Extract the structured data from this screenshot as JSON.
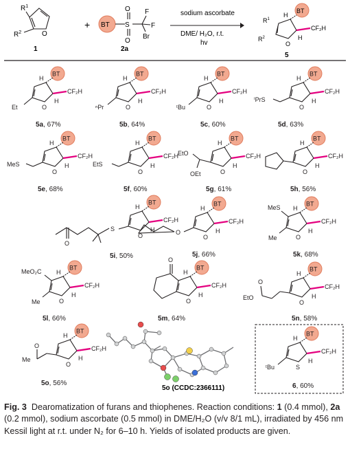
{
  "scheme": {
    "reagent_above_arrow": "sodium ascorbate",
    "conditions_line1": "DME/ H₂O, r.t.",
    "conditions_line2": "hv",
    "plus": "+",
    "bt": "BT",
    "reactant1_label": "1",
    "reactant2_label": "2a",
    "product_label": "5",
    "R1": "R",
    "R1_sup": "1",
    "R2": "R",
    "R2_sup": "2",
    "F": "F",
    "Br": "Br",
    "S": "S",
    "O": "O",
    "H": "H",
    "CF2H": "CF₂H"
  },
  "products": [
    {
      "id": "5a",
      "yield": "67%",
      "substituent": "Et"
    },
    {
      "id": "5b",
      "yield": "64%",
      "substituent": "ⁿPr"
    },
    {
      "id": "5c",
      "yield": "60%",
      "substituent": "ᵗBu"
    },
    {
      "id": "5d",
      "yield": "63%",
      "substituent": "ⁱPrS"
    },
    {
      "id": "5e",
      "yield": "68%",
      "substituent": "MeS"
    },
    {
      "id": "5f",
      "yield": "60%",
      "substituent": "EtS"
    },
    {
      "id": "5g",
      "yield": "61%",
      "substituent": "EtO",
      "substituent2": "OEt"
    },
    {
      "id": "5h",
      "yield": "56%"
    },
    {
      "id": "5i",
      "yield": "50%",
      "substituent": "O",
      "linker": "S"
    },
    {
      "id": "5j",
      "yield": "66%"
    },
    {
      "id": "5k",
      "yield": "68%",
      "substituent": "MeS",
      "substituent2": "Me"
    },
    {
      "id": "5l",
      "yield": "66%",
      "substituent": "MeO₂C",
      "substituent2": "Me"
    },
    {
      "id": "5m",
      "yield": "64%",
      "substituent": "O"
    },
    {
      "id": "5n",
      "yield": "58%",
      "substituent": "EtO",
      "substituent2": "O"
    },
    {
      "id": "5o",
      "yield": "56%",
      "substituent": "Me"
    },
    {
      "id": "6",
      "yield": "60%",
      "substituent": "ᵗBu"
    }
  ],
  "crystal": {
    "label": "5o (CCDC:2366111)"
  },
  "caption": {
    "fig": "Fig. 3",
    "title": "Dearomatization of furans and thiophenes.",
    "body_1": "Reaction conditions: ",
    "r1": "1",
    "t1": " (0.4 mmol), ",
    "r2": "2a",
    "t2": " (0.2 mmol), sodium ascorbate (0.5 mmol) in DME/H₂O (v/v 8/1 mL), irradiated by 456 nm Kessil light at r.t. under N₂ for 6–10 h. Yields of isolated products are given."
  },
  "colors": {
    "bt_fill": "#f2a990",
    "bt_stroke": "#e07b5c",
    "bond_bold": "#e4007f",
    "text": "#231f20"
  }
}
